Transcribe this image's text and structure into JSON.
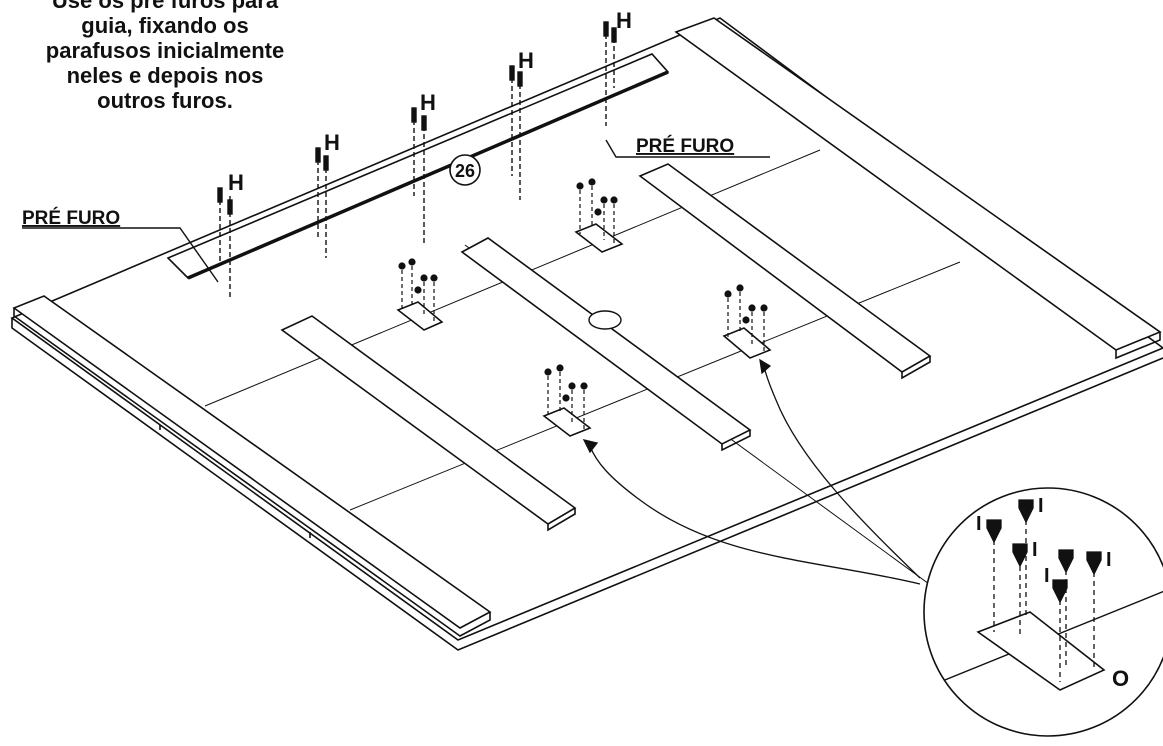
{
  "instruction": "Use os pré furos para\nguia, fixando os\nparafusos inicialmente\nneles e depois nos\noutros furos.",
  "callouts": {
    "pre_furo_left": "PRÉ FURO",
    "pre_furo_right": "PRÉ FURO",
    "part_number": "26"
  },
  "screw_letter_rail": "H",
  "screw_letter_detail": "I",
  "plate_letter_detail": "O",
  "colors": {
    "ink": "#111111",
    "paper": "#ffffff"
  }
}
